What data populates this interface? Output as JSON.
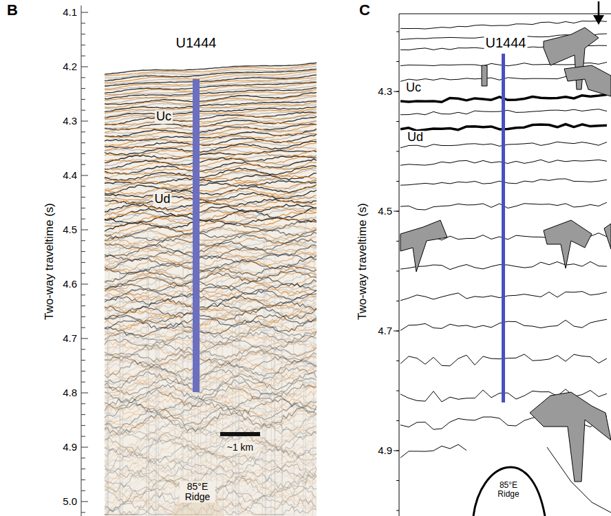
{
  "diagram": {
    "labels": [
      "B",
      "4.1",
      "4.2",
      "4.3",
      "4.4",
      "4.5",
      "4.6",
      "4.7",
      "4.8",
      "4.9",
      "5.0",
      "Two-way traveltime (s)",
      "U1444",
      "Uc",
      "Ud",
      "~1 km",
      "85°E Ridge",
      "C",
      "U1444",
      "4.3",
      "4.5",
      "4.7",
      "4.9",
      "Two-way traveltime (s)",
      "Uc",
      "Ud",
      "85°E Ridge"
    ]
  }
}
